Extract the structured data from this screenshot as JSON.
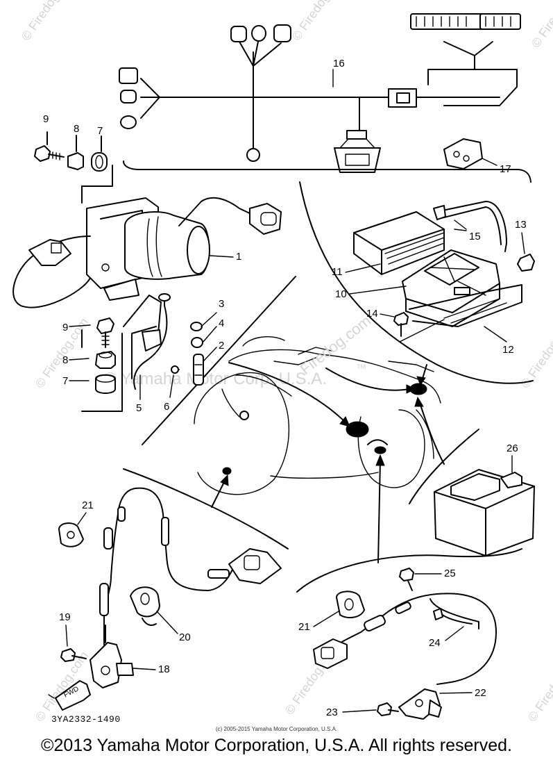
{
  "callouts": {
    "c1": "1",
    "c2": "2",
    "c3": "3",
    "c4": "4",
    "c5": "5",
    "c6": "6",
    "c7a": "7",
    "c7b": "7",
    "c8a": "8",
    "c8b": "8",
    "c9a": "9",
    "c9b": "9",
    "c10": "10",
    "c11": "11",
    "c12": "12",
    "c13": "13",
    "c14": "14",
    "c15": "15",
    "c16": "16",
    "c17": "17",
    "c18": "18",
    "c19": "19",
    "c20": "20",
    "c21a": "21",
    "c21b": "21",
    "c22": "22",
    "c23": "23",
    "c24": "24",
    "c25": "25",
    "c26": "26"
  },
  "fwd_label": "FWD",
  "watermarks": {
    "firedog": "© Firedog.com",
    "yamaha": "© Yamaha Motor Corp. U.S.A.",
    "center_brand": "Firedog.com",
    "tm": "TM"
  },
  "reference_code": "3YA2332-1490",
  "small_copyright": "(c) 2005-2015 Yamaha Motor Corporation, U.S.A.",
  "footer_text": "©2013 Yamaha Motor Corporation, U.S.A. All rights reserved."
}
